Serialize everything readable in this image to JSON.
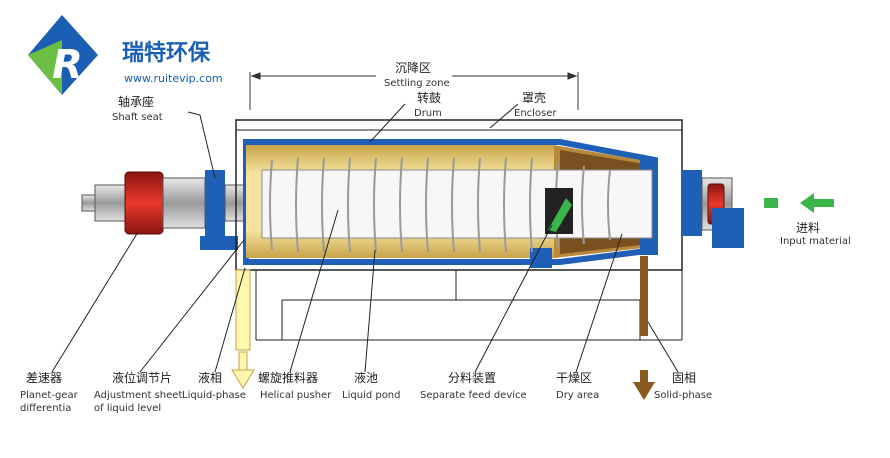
{
  "brand": {
    "name": "瑞特环保",
    "url": "www.ruitevip.com",
    "logo_letter": "R"
  },
  "labels": {
    "settling_zone": {
      "zh": "沉降区",
      "en": "Settling zone"
    },
    "drum": {
      "zh": "转鼓",
      "en": "Drum"
    },
    "encloser": {
      "zh": "罩壳",
      "en": "Encloser"
    },
    "shaft_seat": {
      "zh": "轴承座",
      "en": "Shaft seat"
    },
    "input_material": {
      "zh": "进料",
      "en": "Input material"
    },
    "planet_gear": {
      "zh": "差速器",
      "en1": "Planet-gear",
      "en2": "differentia"
    },
    "adjustment_sheet": {
      "zh": "液位调节片",
      "en1": "Adjustment sheet",
      "en2": "of liquid level"
    },
    "liquid_phase": {
      "zh": "液相",
      "en": "Liquid-phase"
    },
    "helical_pusher": {
      "zh": "螺旋推料器",
      "en": "Helical pusher"
    },
    "liquid_pond": {
      "zh": "液池",
      "en": "Liquid pond"
    },
    "separate_feed": {
      "zh": "分料装置",
      "en": "Separate feed device"
    },
    "dry_area": {
      "zh": "干燥区",
      "en": "Dry area"
    },
    "solid_phase": {
      "zh": "固相",
      "en": "Solid-phase"
    }
  },
  "colors": {
    "frame_blue": "#1f5fb8",
    "gear_red": "#d42a1f",
    "liquid_yellow": "#f1dc7a",
    "solid_brown": "#7a5020",
    "feed_green": "#39b54a",
    "arrow_yellow": "#fff6b0",
    "arrow_brown": "#8a5a20"
  }
}
